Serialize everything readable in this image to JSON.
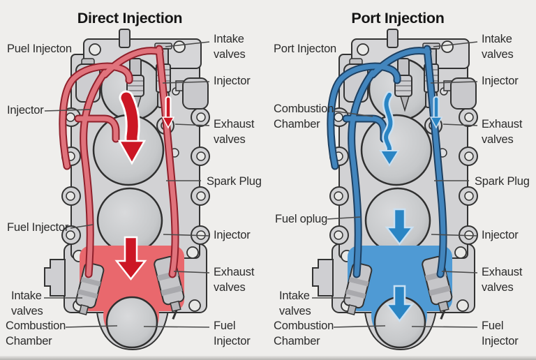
{
  "background_color": "#efeeec",
  "panels": {
    "direct": {
      "title": "Direct Injection",
      "accent": "#cc1624",
      "tube_color": "#e0737c",
      "chamber_color": "#e9686d",
      "labels": {
        "fuel_injecton": "Puel Injecton",
        "injector_left": "Injector",
        "fuel_injector_left": "Fuel Injector",
        "intake_valves_left": "Intake\nvalves",
        "combustion_chamber_left": "Combustion\nChamber",
        "intake_valves_right": "Intake\nvalves",
        "injector_right_top": "Injector",
        "exhaust_valves_right_top": "Exhaust\nvalves",
        "spark_plug": "Spark Plug",
        "injector_right_mid": "Injector",
        "exhaust_valves_right_bottom": "Exhaust\nvalves",
        "fuel_injector_right": "Fuel\nInjector"
      }
    },
    "port": {
      "title": "Port Injection",
      "accent": "#2a85c4",
      "tube_color": "#4285bd",
      "chamber_color": "#4f9ad4",
      "labels": {
        "port_injecton": "Port Injecton",
        "combustion_chamber_top": "Combustion\nChamber",
        "fuel_oplug": "Fuel oplug",
        "intake_valves_left": "Intake\nvalves",
        "combustion_chamber_left": "Combustion\nChamber",
        "intake_valves_right": "Intake\nvalves",
        "injector_right_top": "Injector",
        "exhaust_valves_right_top": "Exhaust\nvalves",
        "spark_plug": "Spark Plug",
        "injector_right_mid": "Injector",
        "exhaust_valves_right_bottom": "Exhaust\nvalves",
        "fuel_injector_right": "Fuel\nInjector"
      }
    }
  }
}
